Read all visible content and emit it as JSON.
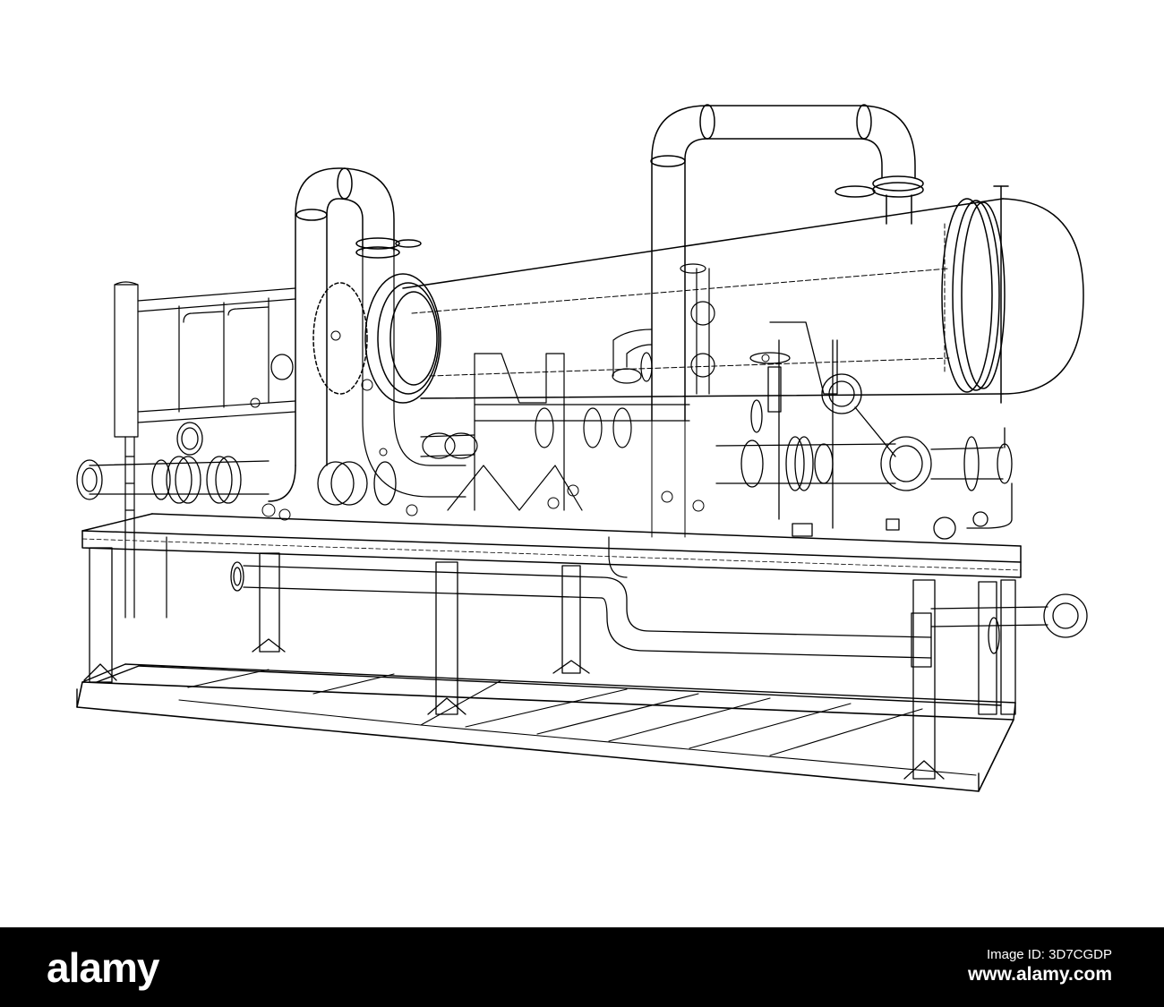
{
  "footer": {
    "logo": "alamy",
    "image_id_label": "Image ID: 3D7CGDP",
    "url": "www.alamy.com"
  },
  "drawing": {
    "style": "wireframe line drawing",
    "line_color": "#000000",
    "background_color": "#ffffff",
    "footer_color": "#000000"
  }
}
